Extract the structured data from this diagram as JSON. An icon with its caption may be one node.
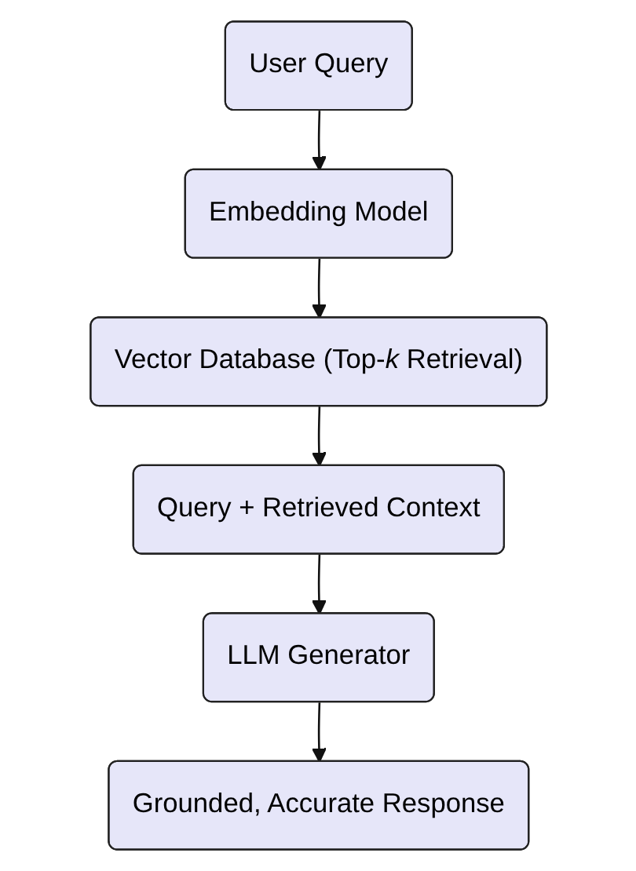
{
  "diagram": {
    "nodes": [
      {
        "text": [
          "User Query"
        ]
      },
      {
        "text": [
          "Embedding Model"
        ]
      },
      {
        "text": [
          "Vector Database (Top-*k* Retrieval)"
        ]
      },
      {
        "text": [
          "Query + Retrieved Context"
        ]
      },
      {
        "text": [
          "LLM Generator"
        ]
      },
      {
        "text": [
          "Grounded, Accurate Response"
        ]
      }
    ],
    "edges": [
      {
        "from": 0,
        "to": 1,
        "arrow": "to"
      },
      {
        "from": 1,
        "to": 2,
        "arrow": "to"
      },
      {
        "from": 2,
        "to": 3,
        "arrow": "to"
      },
      {
        "from": 3,
        "to": 4,
        "arrow": "to"
      },
      {
        "from": 4,
        "to": 5,
        "arrow": "to"
      }
    ]
  }
}
